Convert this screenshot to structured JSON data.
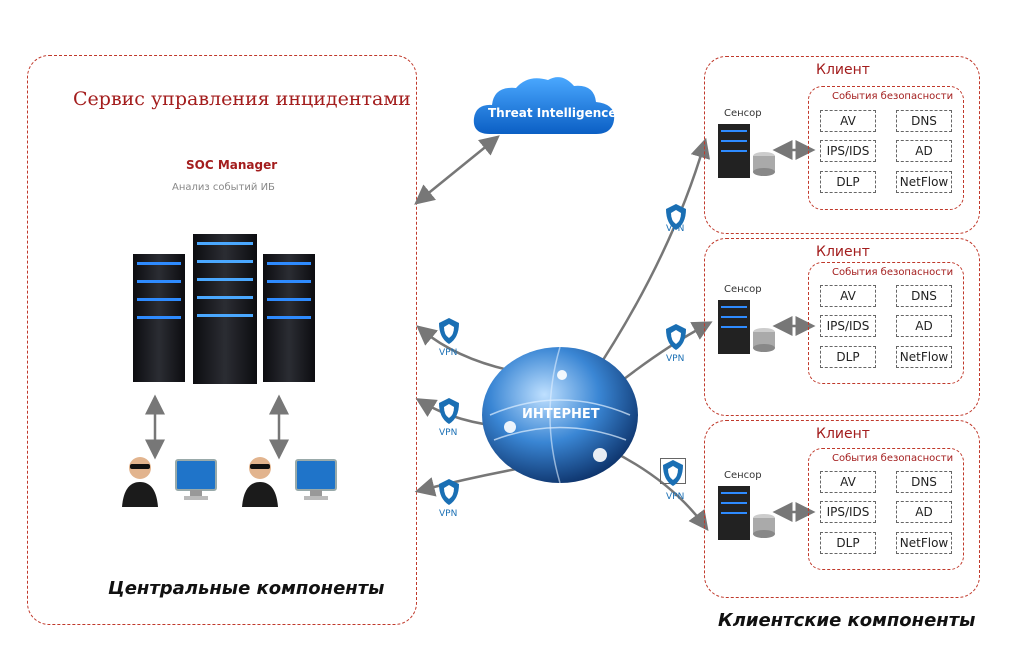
{
  "central": {
    "title": "Сервис управления инцидентами",
    "manager_title": "SOC Manager",
    "manager_subtitle": "Анализ событий ИБ",
    "footer": "Центральные компоненты"
  },
  "cloud": {
    "label": "Threat Intelligence"
  },
  "globe": {
    "label": "ИНТЕРНЕТ"
  },
  "vpn_label": "VPN",
  "clients_footer": "Клиентские компоненты",
  "clients": [
    {
      "title": "Клиент",
      "sensor": "Сенсор",
      "events_title": "События безопасности",
      "events": [
        "AV",
        "DNS",
        "IPS/IDS",
        "AD",
        "DLP",
        "NetFlow"
      ]
    },
    {
      "title": "Клиент",
      "sensor": "Сенсор",
      "events_title": "События безопасности",
      "events": [
        "AV",
        "DNS",
        "IPS/IDS",
        "AD",
        "DLP",
        "NetFlow"
      ]
    },
    {
      "title": "Клиент",
      "sensor": "Сенсор",
      "events_title": "События безопасности",
      "events": [
        "AV",
        "DNS",
        "IPS/IDS",
        "AD",
        "DLP",
        "NetFlow"
      ]
    }
  ],
  "colors": {
    "accent_red": "#c0392b",
    "vpn_blue": "#1a6fb4",
    "server_glow": "#2e8bff"
  }
}
